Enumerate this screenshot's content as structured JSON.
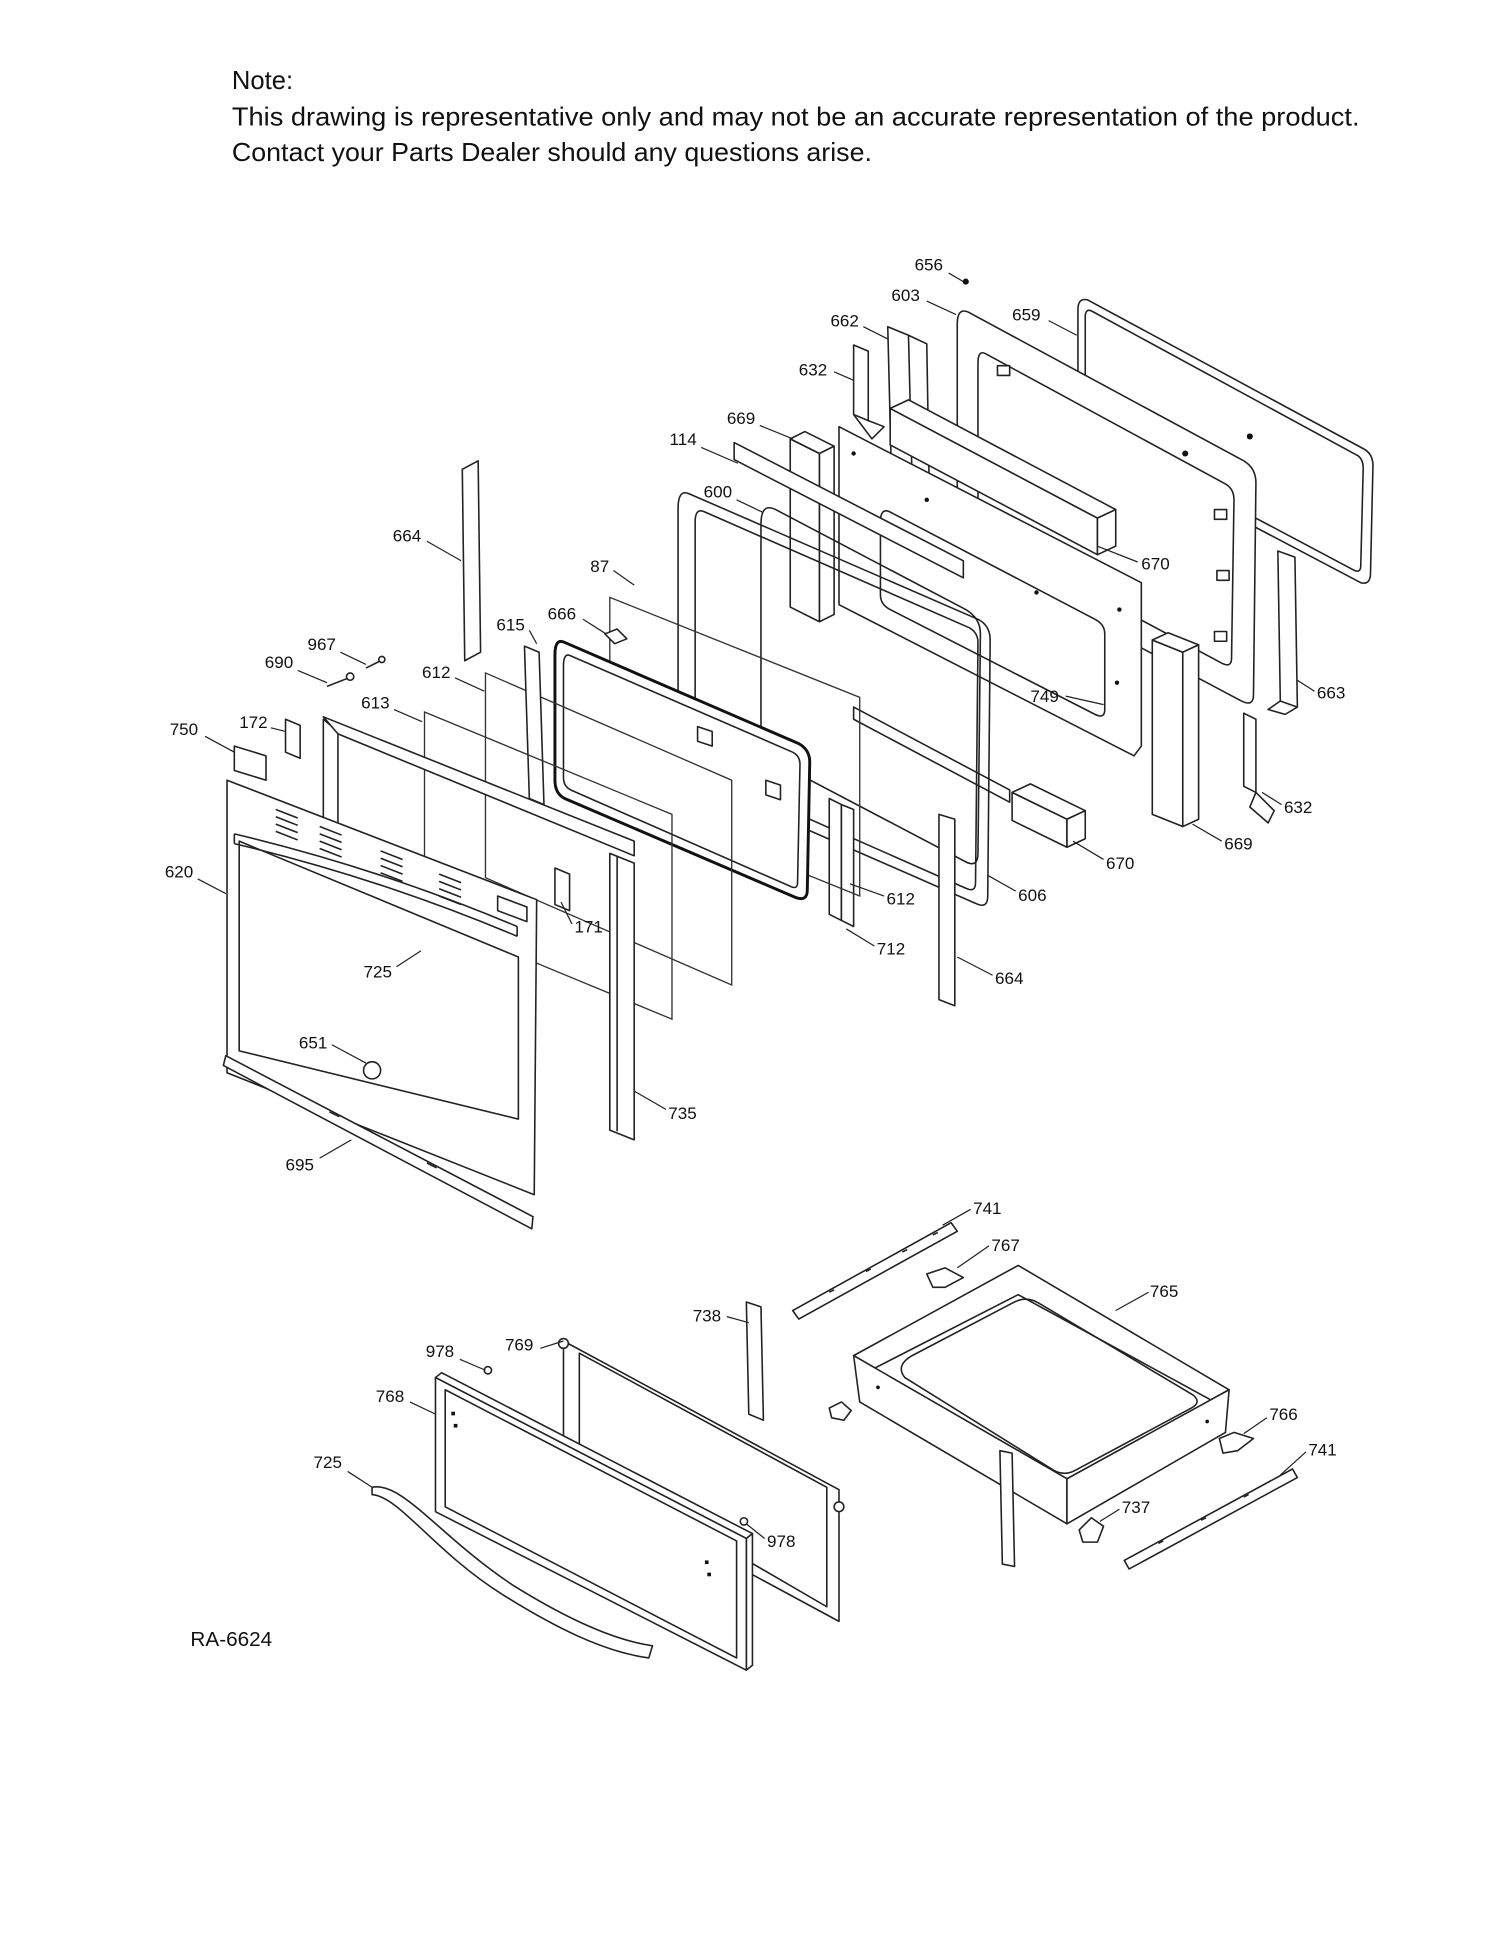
{
  "note": {
    "heading": "Note:",
    "line1": "This drawing is representative only and may not be an accurate representation of the product.",
    "line2": "Contact your Parts Dealer should any questions arise."
  },
  "callouts": [
    "656",
    "603",
    "659",
    "662",
    "632",
    "669",
    "114",
    "600",
    "664",
    "87",
    "666",
    "615",
    "967",
    "690",
    "612",
    "613",
    "750",
    "172",
    "620",
    "670",
    "749",
    "663",
    "632",
    "669",
    "670",
    "606",
    "612",
    "712",
    "664",
    "171",
    "725",
    "651",
    "735",
    "695",
    "741",
    "767",
    "765",
    "738",
    "978",
    "769",
    "768",
    "725",
    "766",
    "741",
    "737",
    "978"
  ],
  "drawing_id": "RA-6624"
}
